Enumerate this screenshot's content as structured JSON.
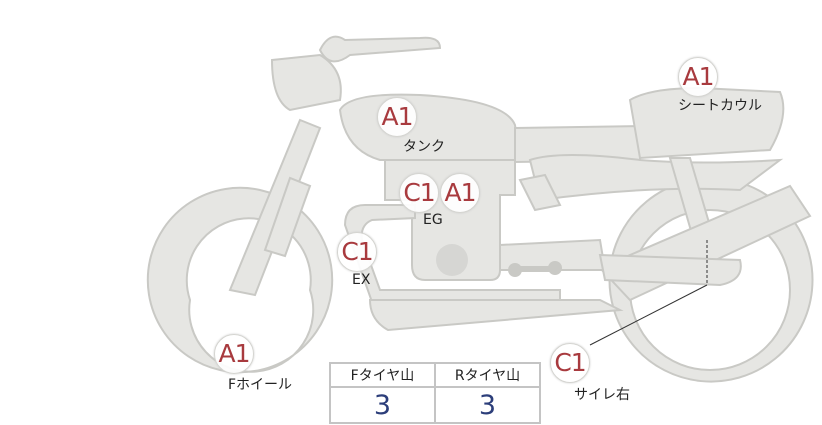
{
  "markers": [
    {
      "code": "A1",
      "label": "タンク"
    },
    {
      "code": "A1",
      "label": "シートカウル"
    },
    {
      "code": "C1",
      "label": ""
    },
    {
      "code": "A1",
      "label": "EG"
    },
    {
      "code": "C1",
      "label": "EX"
    },
    {
      "code": "A1",
      "label": "Fホイール"
    },
    {
      "code": "C1",
      "label": "サイレ右"
    }
  ],
  "tire_table": {
    "headers": [
      "Fタイヤ山",
      "Rタイヤ山"
    ],
    "values": [
      "3",
      "3"
    ]
  },
  "colors": {
    "body_fill": "#e6e6e3",
    "body_stroke": "#c9c9c5",
    "marker_text": "#a83a3e",
    "value_text": "#2c3e7a"
  }
}
